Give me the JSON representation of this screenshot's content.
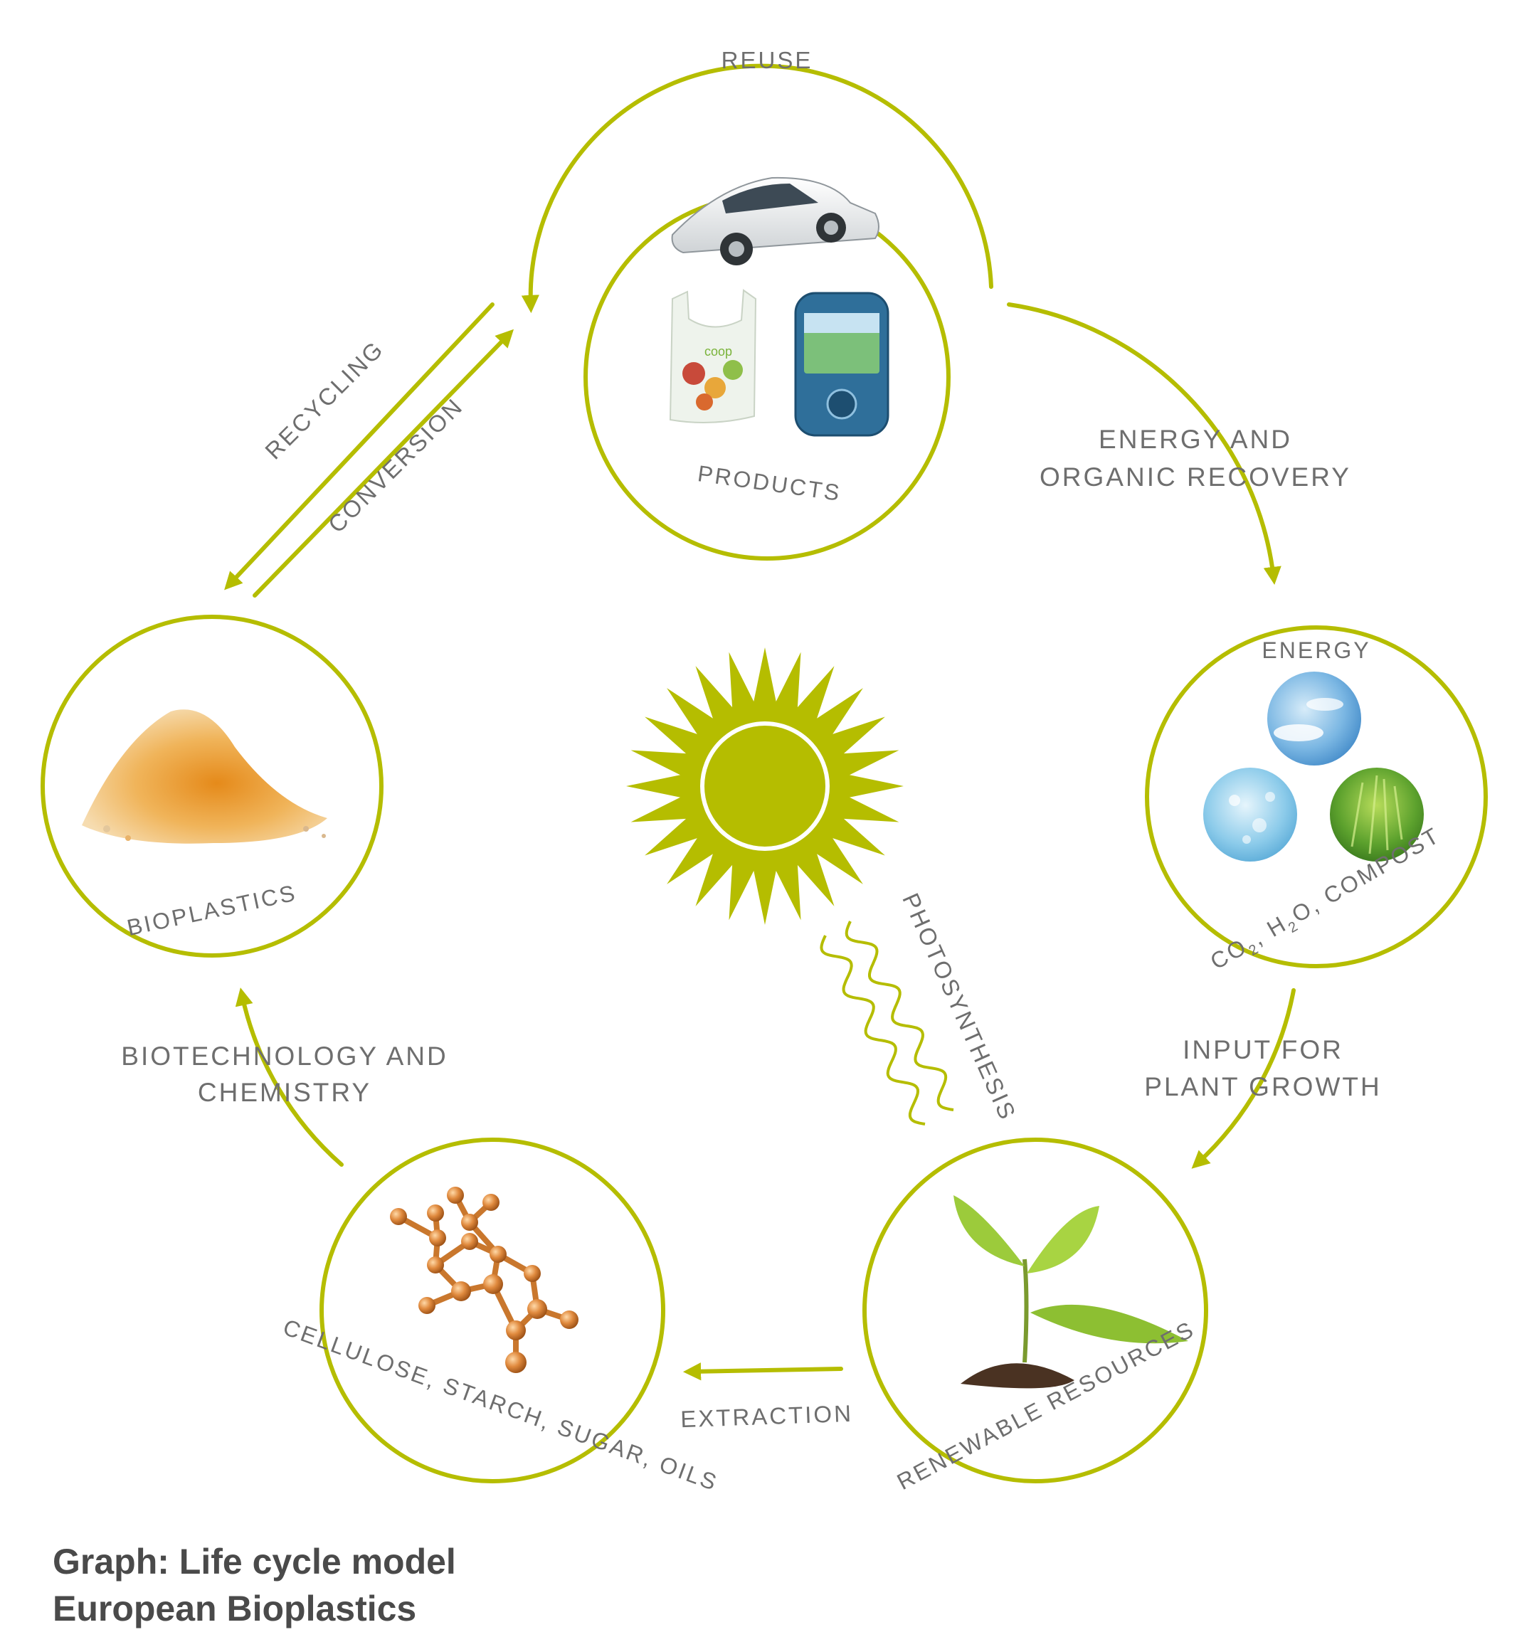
{
  "accent_color": "#b5bd00",
  "nodes": {
    "products": {
      "label": "PRODUCTS",
      "icons": [
        "car-image",
        "shopping-bag-image",
        "mobile-phone-image"
      ]
    },
    "energy": {
      "top_label": "ENERGY",
      "bottom_label_parts": [
        "CO",
        "2",
        ", H",
        "2",
        "O, COMPOST"
      ],
      "icons": [
        "sky-image",
        "water-drops-image",
        "grass-image"
      ]
    },
    "renewable": {
      "label": "RENEWABLE RESOURCES",
      "icons": [
        "seedling-image"
      ]
    },
    "cellulose": {
      "label": "CELLULOSE, STARCH, SUGAR, OILS",
      "icons": [
        "molecule-image"
      ]
    },
    "bioplastics": {
      "label": "BIOPLASTICS",
      "icons": [
        "granules-image"
      ]
    }
  },
  "edges": {
    "reuse": "REUSE",
    "recycling": "RECYCLING",
    "conversion": "CONVERSION",
    "energy_recovery": [
      "ENERGY AND",
      "ORGANIC RECOVERY"
    ],
    "plant_growth": [
      "INPUT FOR",
      "PLANT GROWTH"
    ],
    "extraction": "EXTRACTION",
    "biotech": [
      "BIOTECHNOLOGY AND",
      "CHEMISTRY"
    ],
    "photosynthesis": "PHOTOSYNTHESIS"
  },
  "caption": {
    "line1": "Graph: Life cycle model",
    "line2": "European Bioplastics"
  }
}
